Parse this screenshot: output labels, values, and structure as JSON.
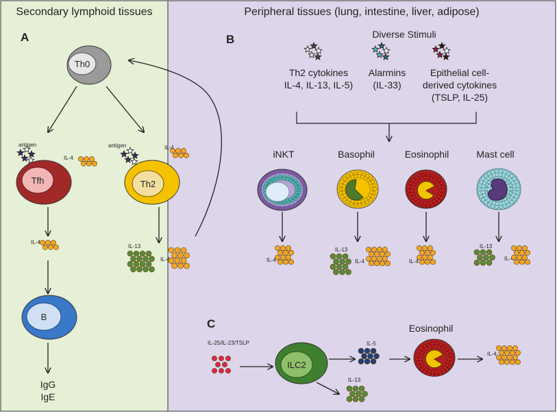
{
  "panels": {
    "left_title": "Secondary lymphoid tissues",
    "right_title": "Peripheral tissues (lung, intestine, liver, adipose)",
    "label_a": "A",
    "label_b": "B",
    "label_c": "C"
  },
  "cells": {
    "th0": "Th0",
    "tfh": "Tfh",
    "th2": "Th2",
    "b": "B",
    "ilc2": "ILC2"
  },
  "antibodies": {
    "igg": "IgG",
    "ige": "IgE"
  },
  "labels": {
    "antigen": "antigen",
    "il4": "IL-4",
    "il13": "IL-13",
    "il5": "IL-5",
    "il25_23_tslp": "IL-25/IL-23/TSLP"
  },
  "stimuli": {
    "title": "Diverse Stimuli",
    "th2_line1": "Th2 cytokines",
    "th2_line2": "IL-4, IL-13, IL-5)",
    "alarmins_line1": "Alarmins",
    "alarmins_line2": "(IL-33)",
    "epi_line1": "Epithelial cell-",
    "epi_line2": "derived cytokines",
    "epi_line3": "(TSLP, IL-25)"
  },
  "effector_cells": {
    "inkt": "iNKT",
    "basophil": "Basophil",
    "eosinophil": "Eosinophil",
    "mast_cell": "Mast cell",
    "eosinophil_c": "Eosinophil"
  },
  "colors": {
    "left_bg": "#e6f0d6",
    "right_bg": "#ddd5e9",
    "il4_orange": "#f5a623",
    "il13_green": "#5a8a3a",
    "il5_blue": "#1f3f7a",
    "tfh_red": "#a12a28",
    "th2_yellow": "#f5c200",
    "b_blue": "#3a78c8",
    "ilc2_green": "#3f7f2f"
  }
}
